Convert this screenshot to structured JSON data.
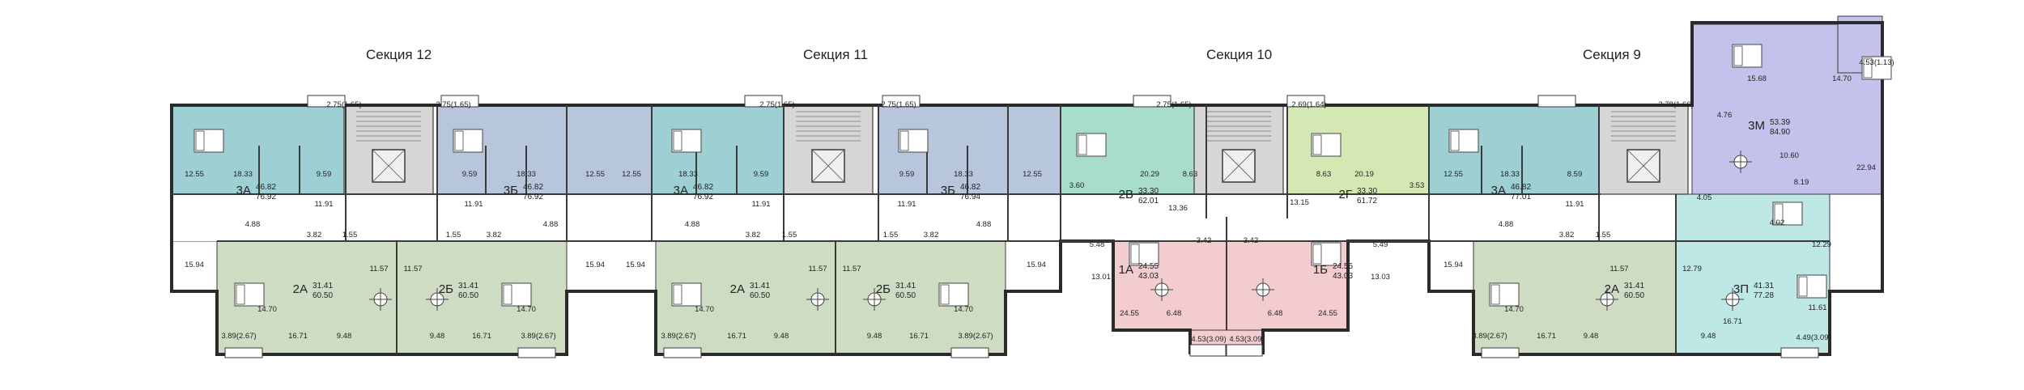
{
  "sections": [
    {
      "title": "Секция 12"
    },
    {
      "title": "Секция 11"
    },
    {
      "title": "Секция 10"
    },
    {
      "title": "Секция 9"
    }
  ],
  "colors": {
    "teal": "#9ecfd3",
    "blue_gray": "#b8c6dc",
    "sage": "#cfdcc4",
    "mint": "#a8dccb",
    "lime": "#d4e8b4",
    "pink": "#f3ccd0",
    "lavender": "#c2c2ea",
    "aqua": "#bde8e6",
    "wall": "#3a3a3a",
    "stair": "#d6d6d6"
  },
  "apartments": [
    {
      "code": "3А",
      "living": "46.82",
      "total": "76.92"
    },
    {
      "code": "3Б",
      "living": "46.82",
      "total": "76.92"
    },
    {
      "code": "3А",
      "living": "46.82",
      "total": "76.92"
    },
    {
      "code": "3Б",
      "living": "46.82",
      "total": "76.94"
    },
    {
      "code": "2В",
      "living": "33.30",
      "total": "62.01"
    },
    {
      "code": "2Г",
      "living": "33.30",
      "total": "61.72"
    },
    {
      "code": "3А",
      "living": "46.82",
      "total": "77.01"
    },
    {
      "code": "3М",
      "living": "53.39",
      "total": "84.90"
    },
    {
      "code": "2А",
      "living": "31.41",
      "total": "60.50"
    },
    {
      "code": "2Б",
      "living": "31.41",
      "total": "60.50"
    },
    {
      "code": "2А",
      "living": "31.41",
      "total": "60.50"
    },
    {
      "code": "2Б",
      "living": "31.41",
      "total": "60.50"
    },
    {
      "code": "1А",
      "living": "24.55",
      "total": "43.03"
    },
    {
      "code": "1Б",
      "living": "24.55",
      "total": "43.03"
    },
    {
      "code": "2А",
      "living": "31.41",
      "total": "60.50"
    },
    {
      "code": "3П",
      "living": "41.31",
      "total": "77.28"
    }
  ],
  "room_areas": [
    "2.75(1.65)",
    "12.55",
    "18.33",
    "9.59",
    "11.91",
    "4.88",
    "3.82",
    "1.55",
    "15.94",
    "2.75(1.65)",
    "9.59",
    "18.33",
    "12.55",
    "11.91",
    "4.88",
    "3.82",
    "1.55",
    "15.94",
    "2.75(1.65)",
    "12.55",
    "18.33",
    "9.59",
    "11.91",
    "4.88",
    "3.82",
    "1.55",
    "15.94",
    "2.75(1.65)",
    "9.59",
    "18.33",
    "12.55",
    "11.91",
    "4.88",
    "3.82",
    "1.55",
    "15.94",
    "2.75(1.65)",
    "20.29",
    "8.63",
    "13.36",
    "3.60",
    "5.48",
    "13.01",
    "2.69(1.64)",
    "8.63",
    "20.19",
    "3.53",
    "13.15",
    "5.49",
    "13.03",
    "2.78(1.66)",
    "12.55",
    "18.33",
    "8.59",
    "11.91",
    "4.88",
    "3.82",
    "1.55",
    "15.94",
    "15.68",
    "14.70",
    "4.76",
    "10.60",
    "22.94",
    "8.19",
    "4.05",
    "4.53(1.13)",
    "11.57",
    "14.70",
    "16.71",
    "9.48",
    "3.89(2.67)",
    "11.57",
    "14.70",
    "16.71",
    "9.48",
    "3.89(2.67)",
    "11.57",
    "14.70",
    "16.71",
    "9.48",
    "3.89(2.67)",
    "11.57",
    "14.70",
    "16.71",
    "9.48",
    "3.89(2.67)",
    "3.42",
    "3.42",
    "24.55",
    "6.48",
    "6.48",
    "24.55",
    "4.53(3.09)",
    "4.53(3.09)",
    "11.57",
    "14.70",
    "16.71",
    "9.48",
    "3.89(2.67)",
    "12.79",
    "16.71",
    "9.48",
    "4.02",
    "12.29",
    "11.61",
    "4.49(3.09)"
  ]
}
